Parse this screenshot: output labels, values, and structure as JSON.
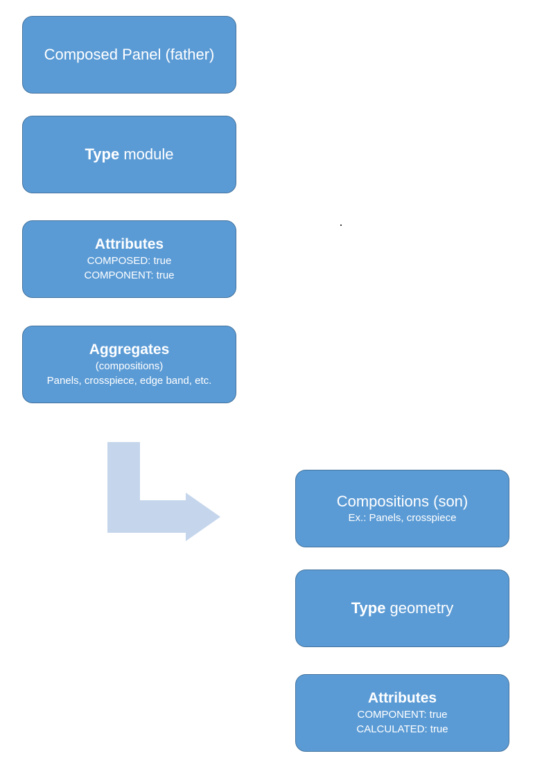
{
  "boxes": {
    "father": {
      "title": "Composed Panel (father)"
    },
    "father_type": {
      "label_bold": "Type",
      "label_rest": " module"
    },
    "father_attributes": {
      "title": "Attributes",
      "lines": [
        "COMPOSED: true",
        "COMPONENT: true"
      ]
    },
    "father_aggregates": {
      "title": "Aggregates",
      "lines": [
        "(compositions)",
        "Panels, crosspiece, edge band, etc."
      ]
    },
    "son": {
      "title": "Compositions (son)",
      "lines": [
        "Ex.: Panels, crosspiece"
      ]
    },
    "son_type": {
      "label_bold": "Type",
      "label_rest": " geometry"
    },
    "son_attributes": {
      "title": "Attributes",
      "lines": [
        "COMPONENT: true",
        "CALCULATED: true"
      ]
    }
  },
  "colors": {
    "box_fill": "#5b9bd5",
    "box_border": "#41719c",
    "arrow_fill": "#c5d6ec",
    "text": "#ffffff"
  }
}
